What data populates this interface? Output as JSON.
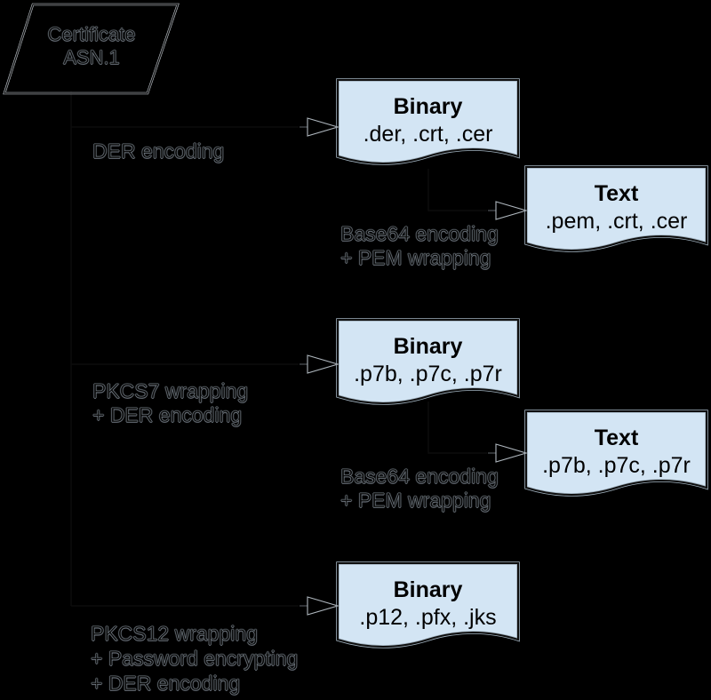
{
  "diagram": {
    "title_hint": "Certificate encoding formats flowchart",
    "source": {
      "line1": "Certificate",
      "line2": "ASN.1"
    },
    "labels": {
      "der": {
        "line1": "DER encoding"
      },
      "base64_1": {
        "line1": "Base64 encoding",
        "line2": "+ PEM wrapping"
      },
      "pkcs7": {
        "line1": "PKCS7 wrapping",
        "line2": "+ DER encoding"
      },
      "base64_2": {
        "line1": "Base64 encoding",
        "line2": "+ PEM wrapping"
      },
      "pkcs12": {
        "line1": "PKCS12 wrapping",
        "line2": "+ Password encrypting",
        "line3": "+ DER encoding"
      }
    },
    "docs": [
      {
        "title": "Binary",
        "extensions": ".der, .crt, .cer"
      },
      {
        "title": "Text",
        "extensions": ".pem, .crt, .cer"
      },
      {
        "title": "Binary",
        "extensions": ".p7b, .p7c, .p7r"
      },
      {
        "title": "Text",
        "extensions": ".p7b, .p7c, .p7r"
      },
      {
        "title": "Binary",
        "extensions": ".p12, .pfx, .jks"
      }
    ],
    "colors": {
      "background": "#000000",
      "doc_fill": "#d3e5f4",
      "doc_border": "#0e0e0e",
      "halo": "#c2c9d0",
      "ink": "#050505"
    }
  }
}
